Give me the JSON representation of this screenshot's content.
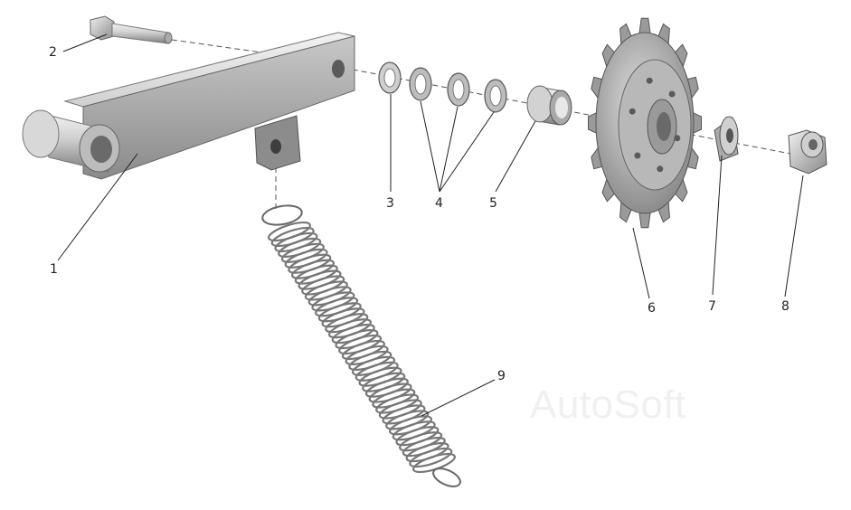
{
  "diagram": {
    "callouts": [
      {
        "id": "1",
        "label": "1"
      },
      {
        "id": "2",
        "label": "2"
      },
      {
        "id": "3",
        "label": "3"
      },
      {
        "id": "4",
        "label": "4"
      },
      {
        "id": "5",
        "label": "5"
      },
      {
        "id": "6",
        "label": "6"
      },
      {
        "id": "7",
        "label": "7"
      },
      {
        "id": "8",
        "label": "8"
      },
      {
        "id": "9",
        "label": "9"
      }
    ],
    "watermark": "AutoSoft",
    "colors": {
      "part_light": "#e6e6e6",
      "part_mid": "#b5b5b5",
      "part_dark": "#7a7a7a",
      "line": "#333333",
      "background": "#ffffff"
    }
  }
}
